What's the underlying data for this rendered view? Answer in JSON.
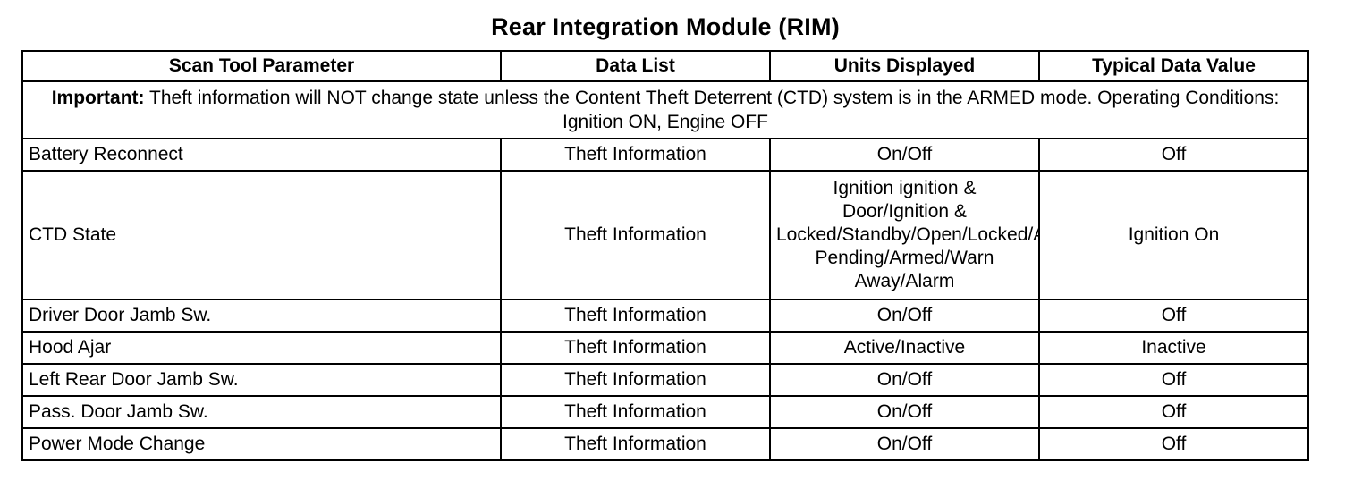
{
  "document": {
    "title": "Rear Integration Module (RIM)"
  },
  "table": {
    "headers": [
      "Scan Tool Parameter",
      "Data List",
      "Units Displayed",
      "Typical Data Value"
    ],
    "note": {
      "label": "Important:",
      "text": " Theft information will NOT change state unless the Content Theft Deterrent (CTD) system is in the ARMED mode. Operating Conditions: Ignition ON, Engine OFF"
    },
    "rows": [
      {
        "parameter": "Battery Reconnect",
        "data_list": "Theft Information",
        "units": "On/Off",
        "typical": "Off"
      },
      {
        "parameter": "CTD State",
        "data_list": "Theft Information",
        "units_lines": [
          "Ignition ignition &",
          "Door/Ignition &",
          "Locked/Standby/Open/Locked/Arm",
          "Pending/Armed/Warn",
          "Away/Alarm"
        ],
        "typical": "Ignition On"
      },
      {
        "parameter": "Driver Door Jamb Sw.",
        "data_list": "Theft Information",
        "units": "On/Off",
        "typical": "Off"
      },
      {
        "parameter": "Hood Ajar",
        "data_list": "Theft Information",
        "units": "Active/Inactive",
        "typical": "Inactive"
      },
      {
        "parameter": "Left Rear Door Jamb Sw.",
        "data_list": "Theft Information",
        "units": "On/Off",
        "typical": "Off"
      },
      {
        "parameter": "Pass. Door Jamb Sw.",
        "data_list": "Theft Information",
        "units": "On/Off",
        "typical": "Off"
      },
      {
        "parameter": "Power Mode Change",
        "data_list": "Theft Information",
        "units": "On/Off",
        "typical": "Off"
      }
    ]
  }
}
